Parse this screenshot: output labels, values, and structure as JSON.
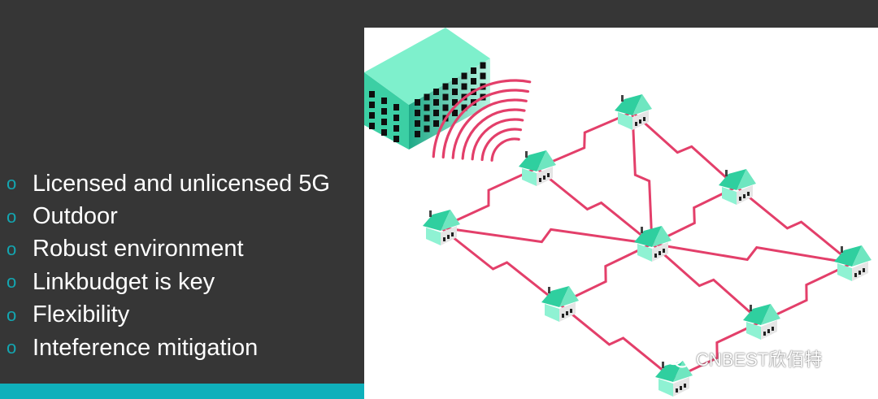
{
  "bullets": [
    {
      "text": "Licensed and unlicensed 5G"
    },
    {
      "text": "Outdoor"
    },
    {
      "text": "Robust environment"
    },
    {
      "text": "Linkbudget is key"
    },
    {
      "text": "Flexibility"
    },
    {
      "text": "Inteference mitigation"
    }
  ],
  "bullet_marker": "o",
  "watermark": "CNBEST欣佰特",
  "icons": [
    "building-icon",
    "wireless-signal-icon",
    "house-icon",
    "wireless-link-icon",
    "wechat-icon"
  ],
  "colors": {
    "background": "#363636",
    "accent_bar": "#0fb0bb",
    "bullet_marker": "#13a6b1",
    "link": "#e33f6a",
    "house": "#3fd9b0",
    "panel": "#ffffff"
  }
}
